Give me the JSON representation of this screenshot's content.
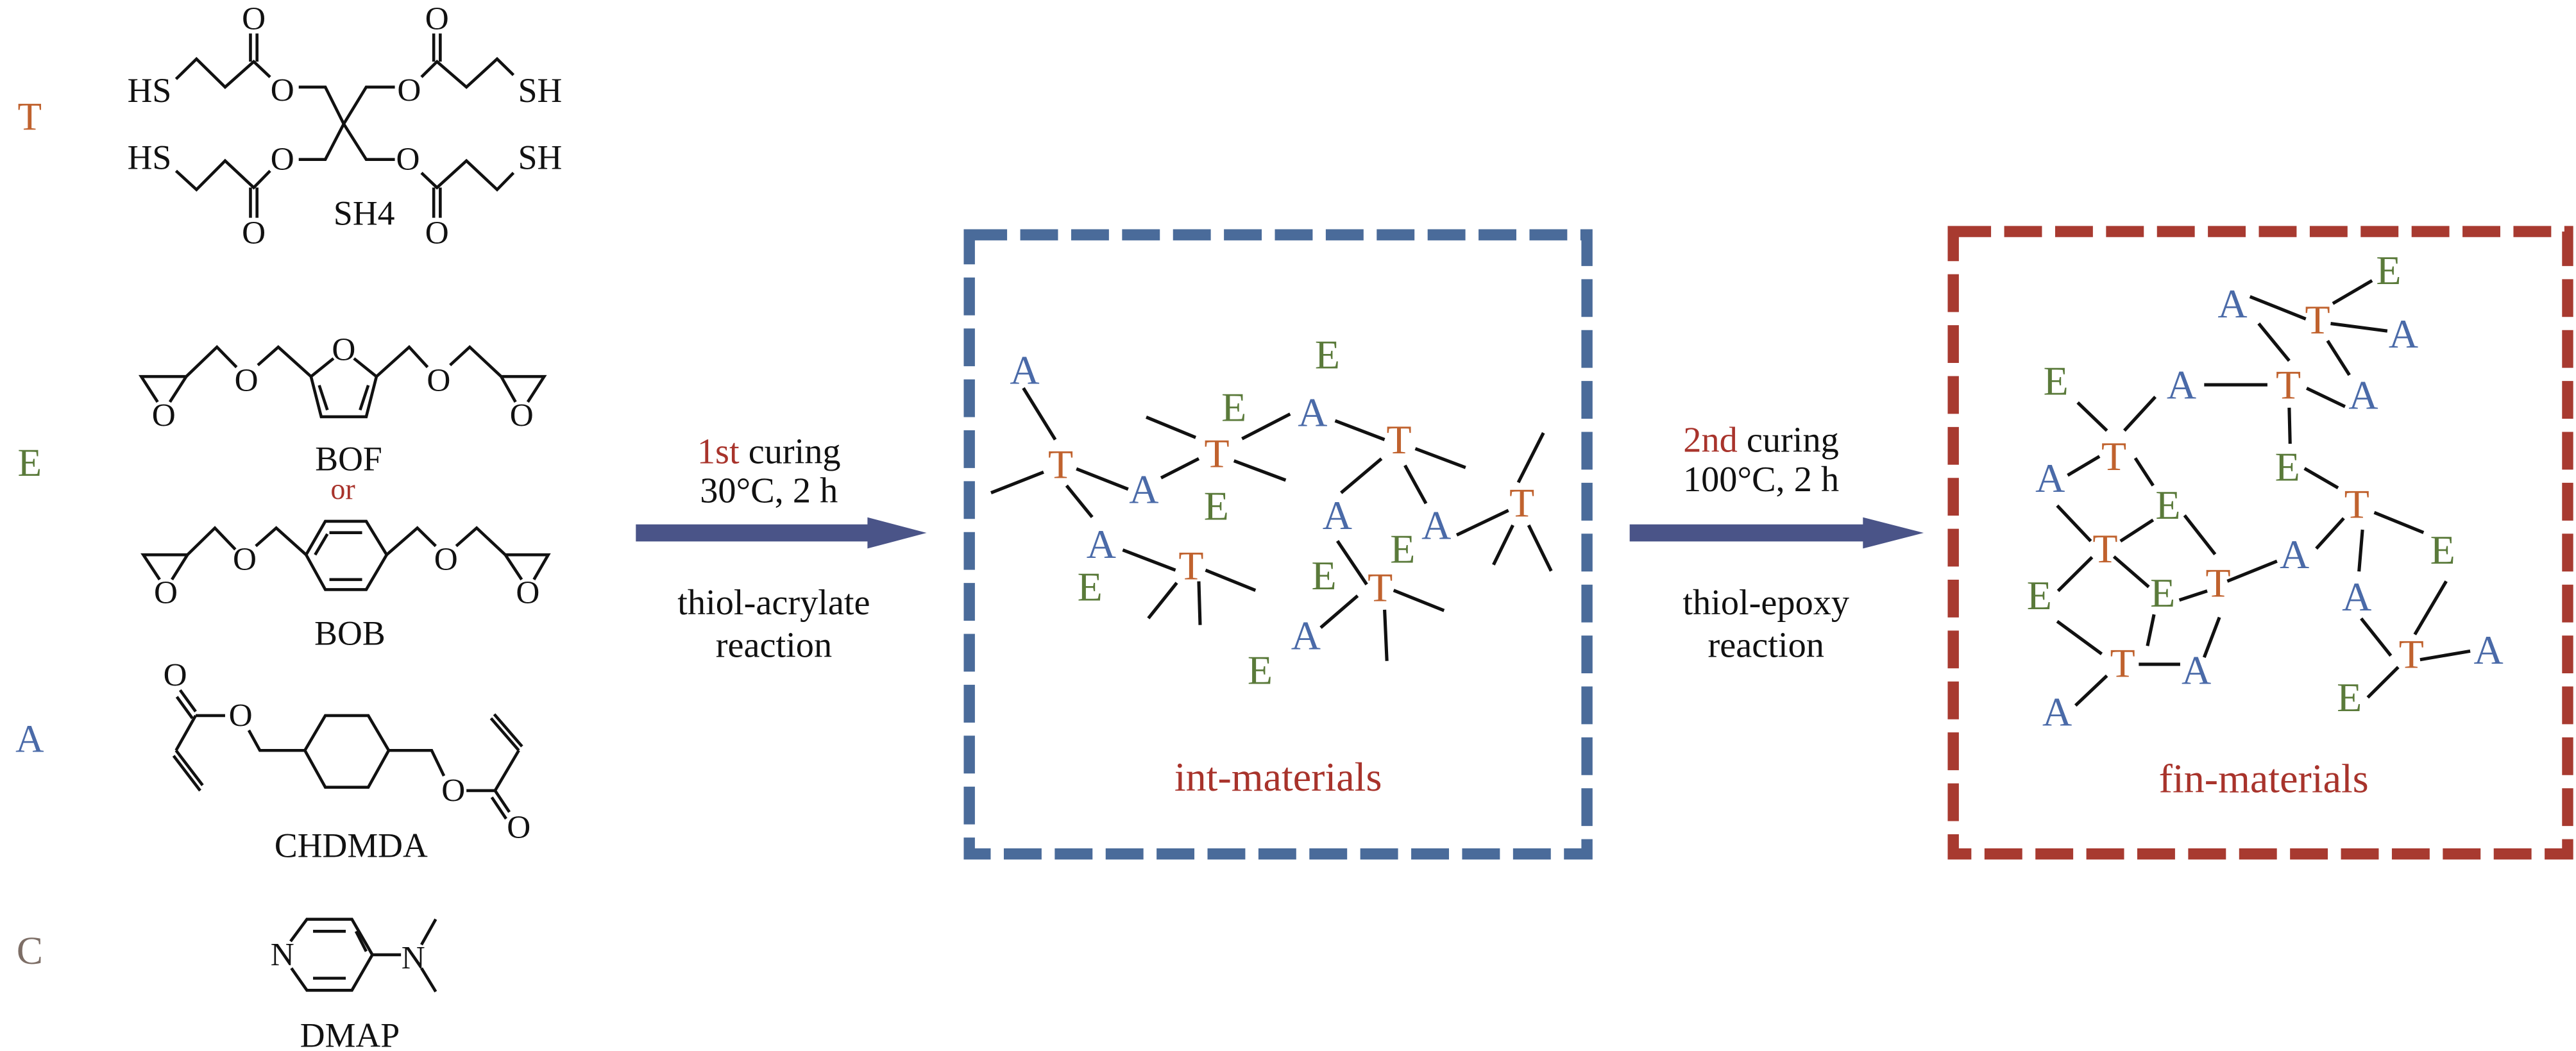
{
  "colors": {
    "T": "#c0622e",
    "E": "#5a7a3a",
    "A": "#4a6aa8",
    "C": "#7d6e66",
    "highlight_red": "#a8332b",
    "box_int": "#4a6b9a",
    "box_fin": "#a83a30",
    "arrow": "#4a5488",
    "ink": "#111111"
  },
  "legend": [
    {
      "letter": "T",
      "color_key": "T"
    },
    {
      "letter": "E",
      "color_key": "E"
    },
    {
      "letter": "A",
      "color_key": "A"
    },
    {
      "letter": "C",
      "color_key": "C"
    }
  ],
  "molecules": {
    "sh4": {
      "name": "SH4",
      "atoms": [
        "HS",
        "O",
        "O",
        "SH",
        "HS",
        "O",
        "O",
        "SH",
        "O",
        "O",
        "O",
        "O"
      ]
    },
    "bof": {
      "name": "BOF",
      "atoms": [
        "O",
        "O",
        "O",
        "O",
        "O"
      ]
    },
    "or_label": "or",
    "bob": {
      "name": "BOB",
      "atoms": [
        "O",
        "O",
        "O",
        "O"
      ]
    },
    "chdmda": {
      "name": "CHDMDA",
      "atoms": [
        "O",
        "O",
        "O",
        "O"
      ]
    },
    "dmap": {
      "name": "DMAP",
      "atoms": [
        "N",
        "N"
      ]
    }
  },
  "step1": {
    "ordinal": "1st",
    "curing": " curing",
    "conditions": "30°C, 2 h",
    "reaction_line1": "thiol-acrylate",
    "reaction_line2": "reaction"
  },
  "step2": {
    "ordinal": "2nd",
    "curing": " curing",
    "conditions": "100°C, 2 h",
    "reaction_line1": "thiol-epoxy",
    "reaction_line2": "reaction"
  },
  "int_materials": {
    "label": "int-materials",
    "nodes": [
      "A",
      "T",
      "A",
      "T",
      "E",
      "E",
      "A",
      "E",
      "T",
      "A",
      "E",
      "T",
      "A",
      "A",
      "E",
      "T",
      "E",
      "T",
      "A",
      "E"
    ]
  },
  "fin_materials": {
    "label": "fin-materials",
    "nodes": [
      "E",
      "A",
      "T",
      "A",
      "E",
      "A",
      "T",
      "A",
      "T",
      "A",
      "E",
      "E",
      "T",
      "T",
      "A",
      "E",
      "E",
      "E",
      "T",
      "A",
      "T",
      "A",
      "T",
      "A",
      "A",
      "E"
    ]
  }
}
